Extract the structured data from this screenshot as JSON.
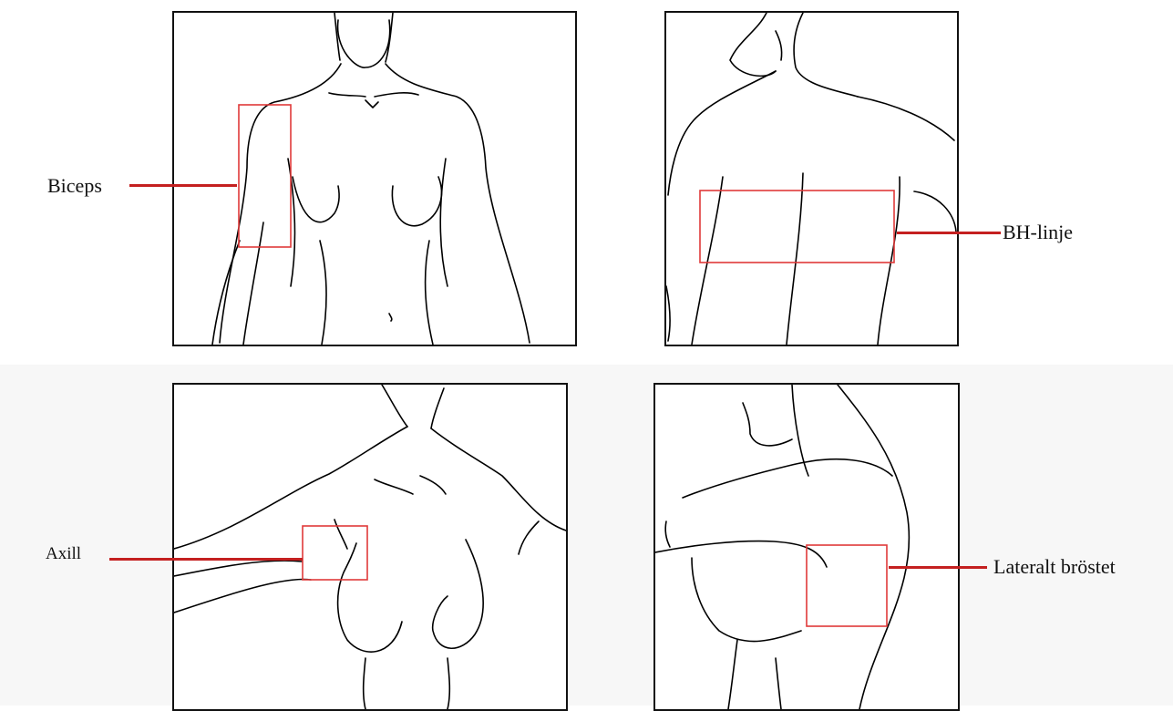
{
  "labels": {
    "biceps": "Biceps",
    "bra_line": "BH-linje",
    "axilla": "Axill",
    "lateral_breast": "Lateralt bröstet"
  },
  "colors": {
    "outline": "#000000",
    "highlight_box": "#e03a3a",
    "leader_line": "#c42020"
  }
}
